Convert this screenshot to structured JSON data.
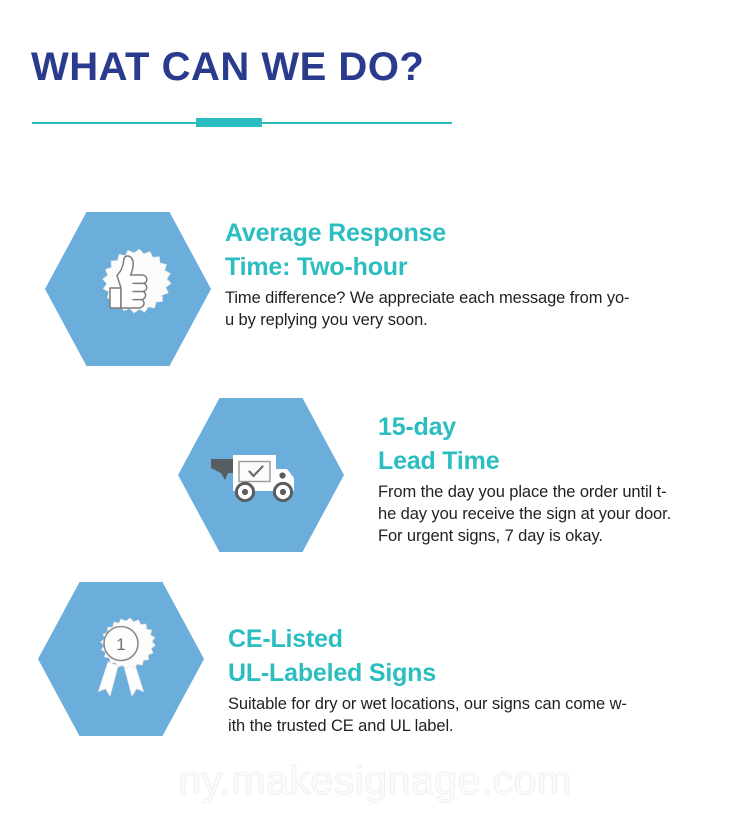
{
  "header": {
    "title": "WHAT CAN WE DO?",
    "title_color": "#2a3a8c",
    "divider_color": "#2bbdc0"
  },
  "theme": {
    "hex_blue": "#6baedb",
    "heading_teal": "#2bbdc0",
    "body_text": "#231f20",
    "background": "#ffffff",
    "watermark_gray": "#f0f0f0"
  },
  "features": [
    {
      "icon": "thumbs-up-badge-icon",
      "heading_line_1": "Average Response",
      "heading_line_2": "Time: Two-hour",
      "body_lines": [
        "Time difference? We appreciate each message from yo-",
        "u by replying you very soon."
      ]
    },
    {
      "icon": "delivery-truck-icon",
      "heading_line_1": "15-day",
      "heading_line_2": "Lead Time",
      "body_lines": [
        "From the day you place the order until t-",
        "he day you receive the sign at your door.",
        "For urgent signs, 7 day is okay."
      ]
    },
    {
      "icon": "award-ribbon-icon",
      "icon_number": "1",
      "heading_line_1": "CE-Listed",
      "heading_line_2": "UL-Labeled Signs",
      "body_lines": [
        "Suitable for dry or wet locations, our signs can come w-",
        "ith the trusted CE and UL label."
      ]
    }
  ],
  "watermark": {
    "text": "ny.makesignage.com"
  }
}
